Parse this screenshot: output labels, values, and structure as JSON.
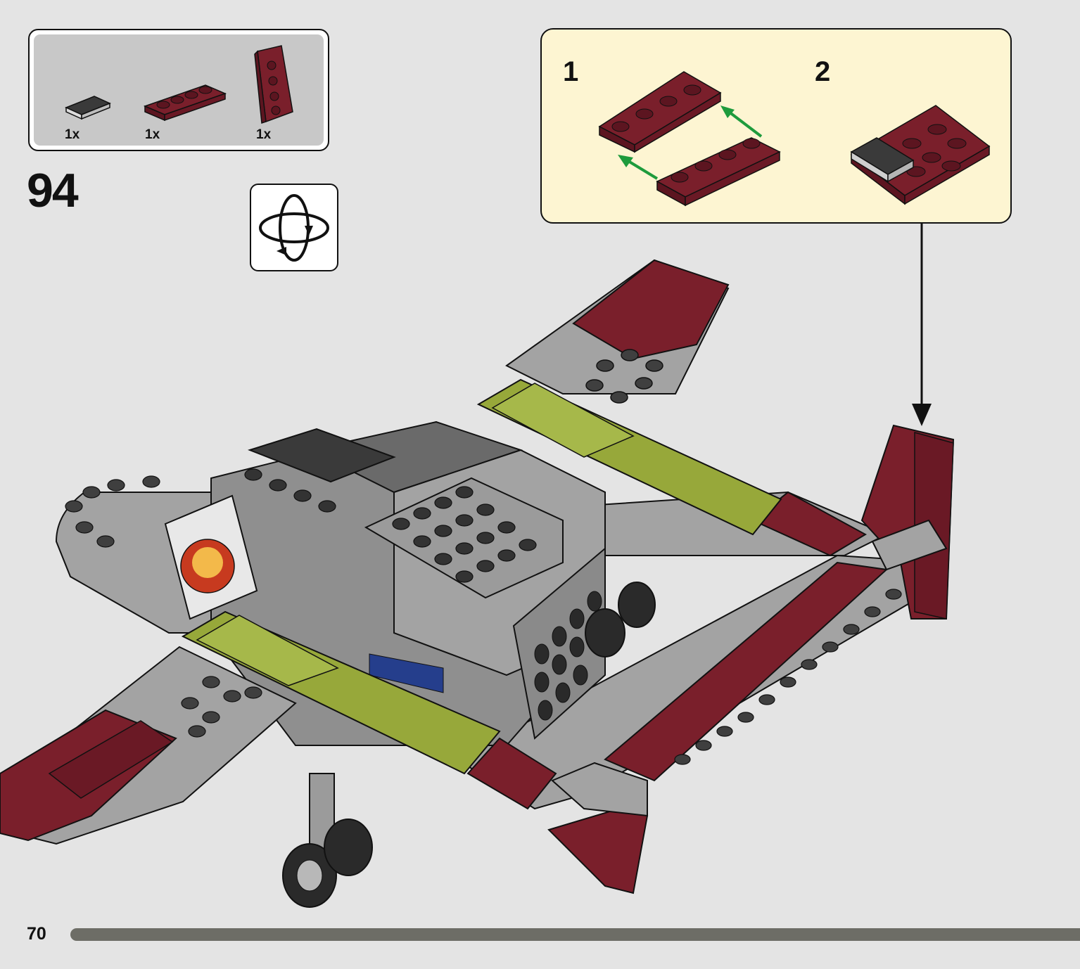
{
  "parts_list": {
    "items": [
      {
        "quantity": "1x",
        "part": "dark-gray-tile-1x2"
      },
      {
        "quantity": "1x",
        "part": "dark-red-plate-1x4"
      },
      {
        "quantity": "1x",
        "part": "dark-red-wedge-plate-2x4"
      }
    ]
  },
  "step": {
    "number": "94"
  },
  "callout": {
    "substeps": [
      {
        "number": "1"
      },
      {
        "number": "2"
      }
    ]
  },
  "icons": {
    "rotate": "rotate-model-icon"
  },
  "colors": {
    "background": "#e4e4e4",
    "parts_panel": "#c8c8c8",
    "callout_bg": "#fdf5d2",
    "dark_red": "#7a1f2b",
    "olive_green": "#97a83a",
    "light_gray": "#a3a3a3",
    "dark_gray": "#585858",
    "arrow_green": "#1e9b3c",
    "progress": "#6d6d66"
  },
  "page": {
    "number": "70"
  }
}
